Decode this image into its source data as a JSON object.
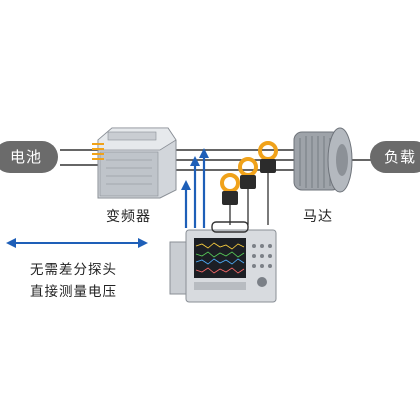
{
  "labels": {
    "battery": "电池",
    "load": "负载",
    "inverter": "变频器",
    "motor": "马达"
  },
  "note": {
    "line1": "无需差分探头",
    "line2": "直接测量电压"
  },
  "colors": {
    "pill_bg": "#6b6b6b",
    "arrow_blue": "#1e5fb8",
    "probe_orange": "#f0a21a",
    "line_dark": "#333333"
  },
  "icons": [
    "inverter-icon",
    "motor-icon",
    "current-clamp-icon",
    "oscilloscope-icon",
    "voltage-arrow-icon"
  ]
}
